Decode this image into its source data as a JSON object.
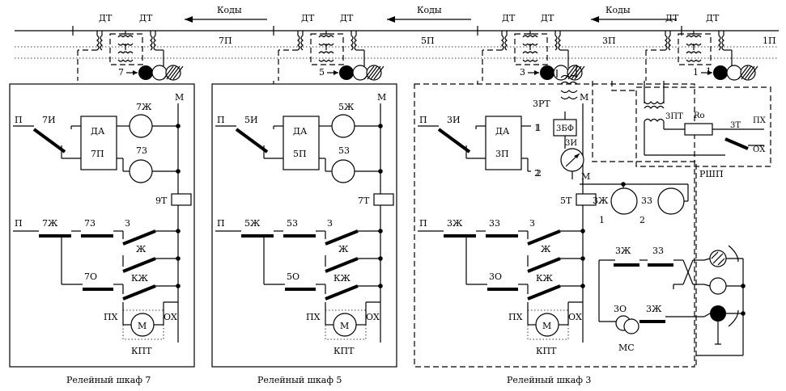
{
  "header": {
    "dt": "ДТ",
    "codes": "Коды"
  },
  "sections": {
    "s7": "7П",
    "s5": "5П",
    "s3": "3П",
    "s1": "1П"
  },
  "cabinets": {
    "c7": {
      "title": "Релейный шкаф 7",
      "num": "7",
      "in_contact": "7И",
      "z_contact": "7Ж",
      "zz_contact": "73",
      "relay_t": "9Т",
      "o_contact": "7О"
    },
    "c5": {
      "title": "Релейный шкаф 5",
      "num": "5",
      "in_contact": "5И",
      "z_contact": "5Ж",
      "zz_contact": "53",
      "relay_t": "7Т",
      "o_contact": "5О"
    },
    "c3": {
      "title": "Релейный шкаф 3",
      "num": "3",
      "in_contact": "3И",
      "z_contact": "3Ж",
      "zz_contact": "33",
      "relay_t": "5Т",
      "o_contact": "3О"
    }
  },
  "labels": {
    "p": "П",
    "m": "М",
    "da": "ДА",
    "z": "З",
    "zh": "Ж",
    "kzh": "КЖ",
    "px": "ПХ",
    "ox": "ОХ",
    "motor": "М",
    "kpt": "КПТ",
    "p7": "7П",
    "p5": "5П",
    "p3": "3П",
    "rt3": "3РТ",
    "bf3": "3БФ",
    "zi3": "3И",
    "n1": "1",
    "n2": "2",
    "pt3": "3ПТ",
    "ro": "Rо",
    "t3": "3Т",
    "rsh": "РШП",
    "ms": "МС",
    "one": "1"
  }
}
